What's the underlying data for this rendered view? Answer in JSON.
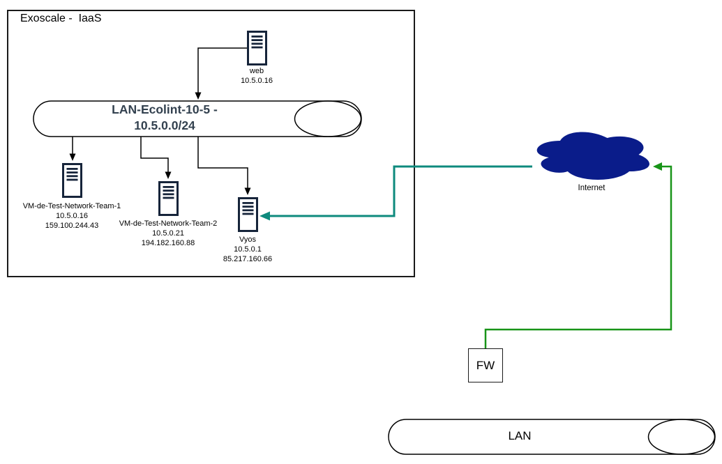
{
  "diagram": {
    "provider_box_title": "Exoscale -  IaaS",
    "lan_segment": {
      "name": "LAN-Ecolint-10-5 -",
      "cidr": "10.5.0.0/24"
    },
    "web": {
      "name": "web",
      "ip": "10.5.0.16"
    },
    "vm1": {
      "name": "VM-de-Test-Network-Team-1",
      "ip": "10.5.0.16",
      "public_ip": "159.100.244.43"
    },
    "vm2": {
      "name": "VM-de-Test-Network-Team-2",
      "ip": "10.5.0.21",
      "public_ip": "194.182.160.88"
    },
    "vyos": {
      "name": "Vyos",
      "ip": "10.5.0.1",
      "public_ip": "85.217.160.66"
    },
    "internet": {
      "label": "Internet"
    },
    "firewall": {
      "label": "FW"
    },
    "lan_bottom": {
      "label": "LAN"
    },
    "colors": {
      "cloud_fill": "#0A1C8A",
      "teal_link": "#0E8A7D",
      "green_link": "#189418",
      "server_icon": "#16243A",
      "lan_title": "#33414F",
      "black_link": "#000000"
    }
  }
}
